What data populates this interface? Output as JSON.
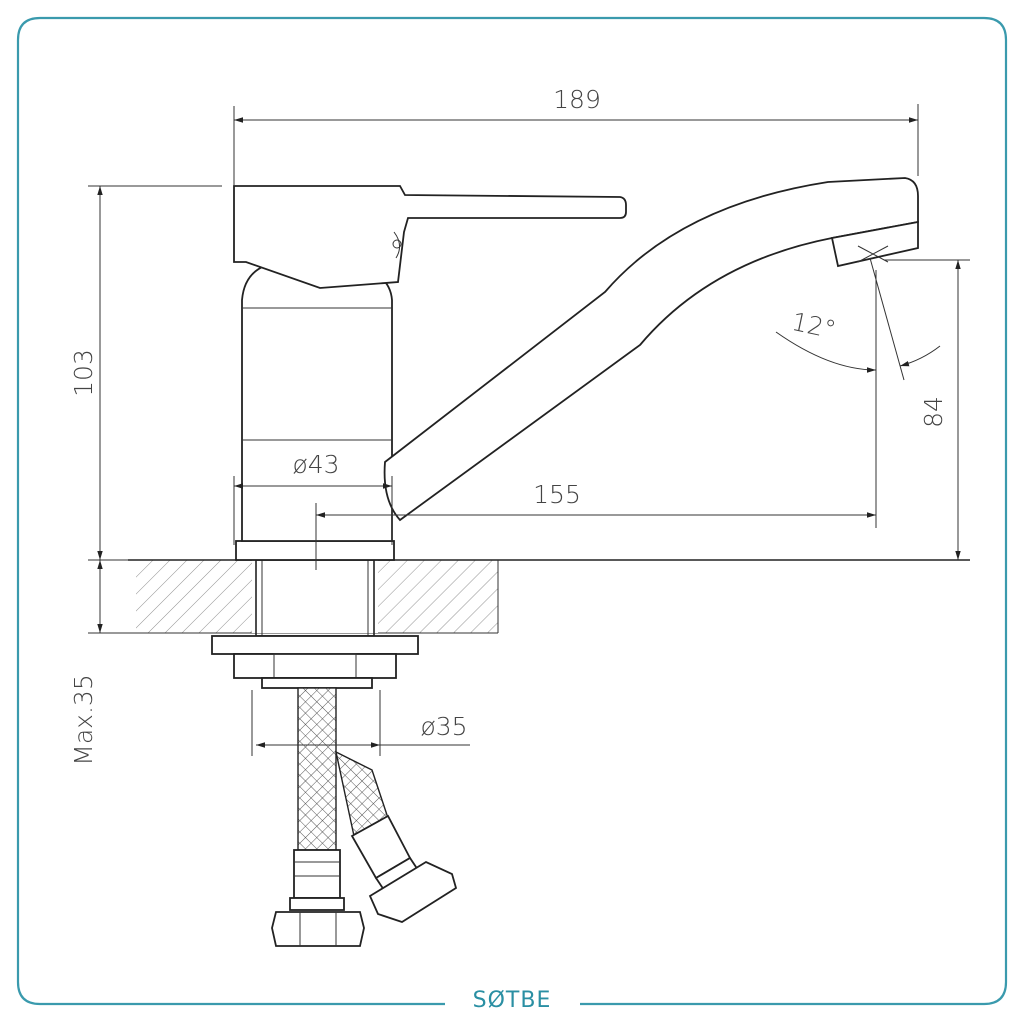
{
  "colors": {
    "frame": "#3a9aad",
    "brand": "#2a8fa3",
    "line": "#222222"
  },
  "brand": "SØTBE",
  "dimensions": {
    "total_length": "189",
    "height": "103",
    "body_diameter": "ø43",
    "spout_reach": "155",
    "spout_height": "84",
    "angle": "12°",
    "max_thickness": "Max.35",
    "hole_diameter": "ø35"
  }
}
